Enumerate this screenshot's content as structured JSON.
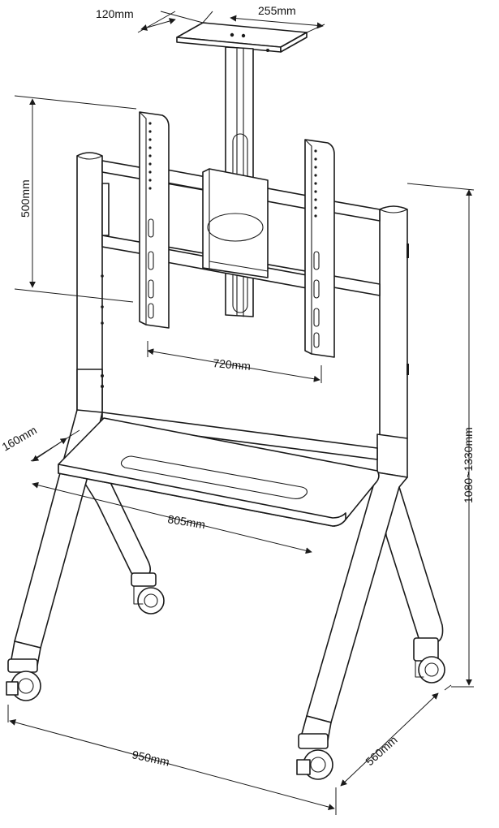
{
  "figure": {
    "subject": "Mobile TV stand with camera shelf, height-adjustable column and accessory tray",
    "line_color": "#1a1a1a",
    "background": "#ffffff"
  },
  "dimensions": {
    "camera_shelf_depth": "120mm",
    "camera_shelf_width": "255mm",
    "vesa_height": "500mm",
    "vesa_width": "720mm",
    "tray_depth": "160mm",
    "tray_width": "805mm",
    "overall_height": "1080~1330mm",
    "base_width": "950mm",
    "base_depth": "560mm"
  }
}
